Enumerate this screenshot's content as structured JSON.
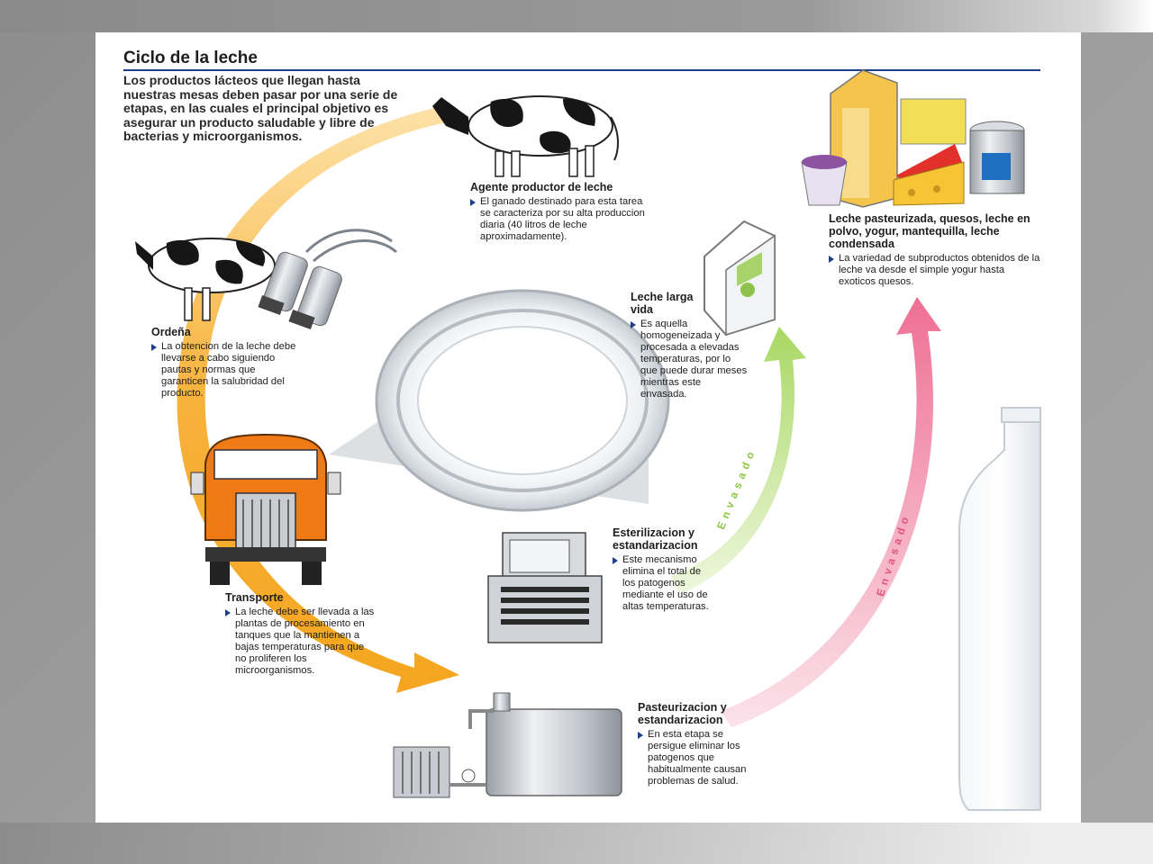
{
  "title": "Ciclo de la leche",
  "intro": "Los productos lácteos que llegan hasta nuestras mesas deben pasar por una serie de etapas, en las cuales el principal objetivo es asegurar un producto saludable y libre de bacterias y microorganismos.",
  "stages": {
    "agente": {
      "title": "Agente productor de leche",
      "text": "El ganado destinado para esta tarea se caracteriza por su alta produccion diaria (40 litros de leche aproximadamente)."
    },
    "ordena": {
      "title": "Ordeña",
      "text": "La obtencion de la leche debe llevarse a cabo siguiendo pautas y normas que garanticen la salubridad del producto."
    },
    "transporte": {
      "title": "Transporte",
      "text": "La leche debe ser llevada a las plantas de procesamiento en tanques que la mantienen a bajas temperaturas para que no proliferen los microorganismos."
    },
    "larga_vida": {
      "title": "Leche larga vida",
      "text": "Es aquella homogeneizada y procesada a elevadas temperaturas, por lo que puede durar meses mientras este envasada."
    },
    "esterilizacion": {
      "title": "Esterilizacion y estandarizacion",
      "text": "Este mecanismo elimina el total de los patogenos mediante el uso de altas temperaturas."
    },
    "pasteurizacion": {
      "title": "Pasteurizacion y estandarizacion",
      "text": "En esta etapa se persigue eliminar los patogenos que habitualmente causan problemas de salud."
    },
    "subproductos": {
      "title": "Leche pasteurizada, quesos, leche en polvo, yogur, mantequilla, leche condensada",
      "text": "La variedad de subproductos obtenidos de la leche va desde el simple yogur hasta exoticos quesos."
    }
  },
  "arrow_labels": {
    "green": "Envasado",
    "pink": "Envasado"
  },
  "colors": {
    "orange_arrow": "#f6a623",
    "green_arrow": "#b4dc74",
    "pink_arrow": "#ef7f9f",
    "truck": "#f07a16",
    "bullet": "#1f3e8c"
  }
}
